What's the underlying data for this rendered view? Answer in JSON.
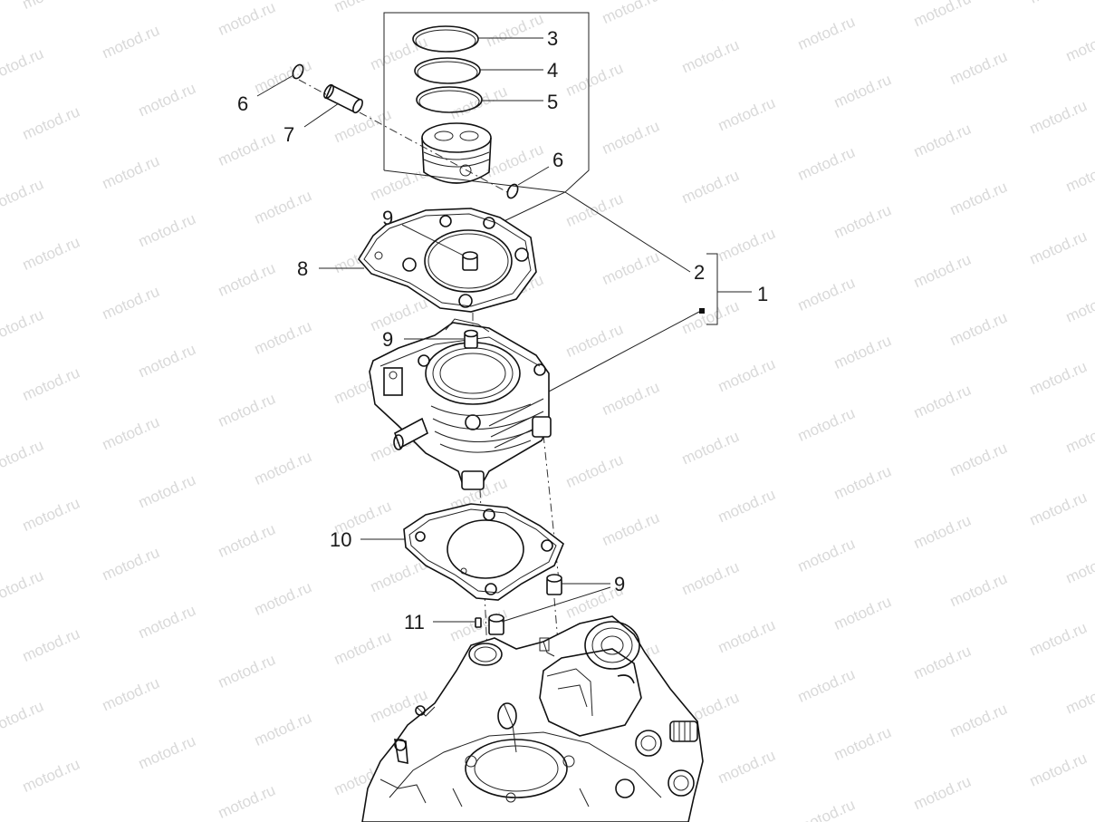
{
  "watermark": "motod.ru",
  "callouts": [
    {
      "id": "c3",
      "label": "3"
    },
    {
      "id": "c4",
      "label": "4"
    },
    {
      "id": "c5",
      "label": "5"
    },
    {
      "id": "c6a",
      "label": "6"
    },
    {
      "id": "c7",
      "label": "7"
    },
    {
      "id": "c6b",
      "label": "6"
    },
    {
      "id": "c9a",
      "label": "9"
    },
    {
      "id": "c8",
      "label": "8"
    },
    {
      "id": "c2",
      "label": "2"
    },
    {
      "id": "c1",
      "label": "1"
    },
    {
      "id": "c9b",
      "label": "9"
    },
    {
      "id": "c10",
      "label": "10"
    },
    {
      "id": "c9c",
      "label": "9"
    },
    {
      "id": "c11",
      "label": "11"
    }
  ]
}
